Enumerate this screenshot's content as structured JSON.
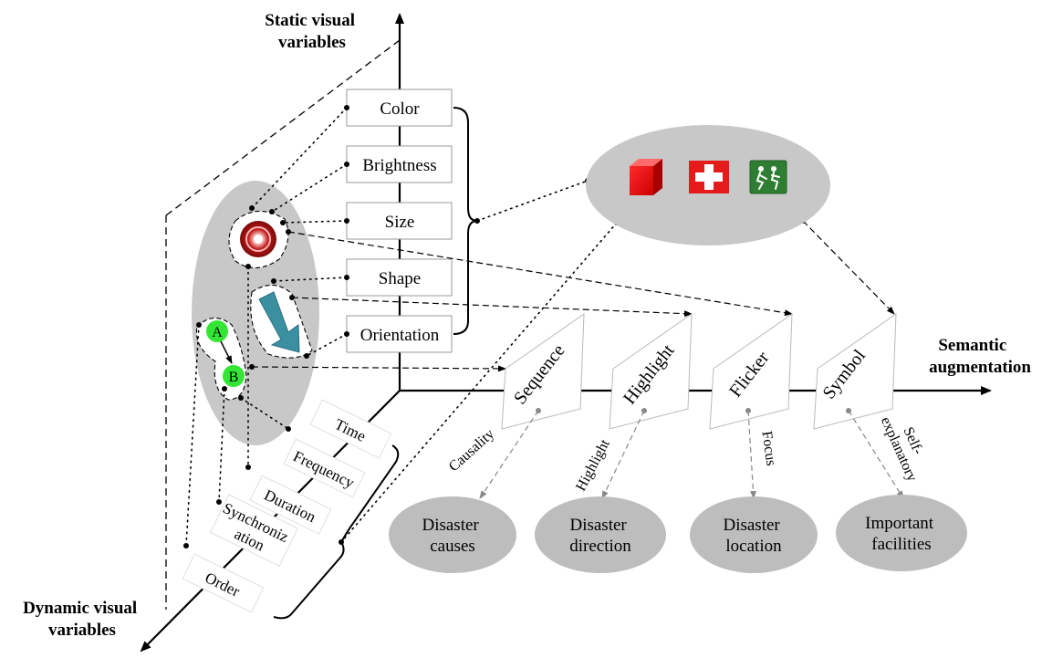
{
  "axes": {
    "static": {
      "line1": "Static visual",
      "line2": "variables"
    },
    "dynamic": {
      "line1": "Dynamic visual",
      "line2": "variables"
    },
    "semantic": {
      "line1": "Semantic",
      "line2": "augmentation"
    }
  },
  "static_variables": [
    "Color",
    "Brightness",
    "Size",
    "Shape",
    "Orientation"
  ],
  "dynamic_variables": {
    "time": "Time",
    "frequency": "Frequency",
    "duration": "Duration",
    "synchronization_line1": "Synchroniz",
    "synchronization_line2": "ation",
    "order": "Order"
  },
  "augmentation_methods": [
    "Sequence",
    "Highlight",
    "Flicker",
    "Symbol"
  ],
  "relations": [
    "Causality",
    "Highlight",
    "Focus",
    "Self-",
    "explanatory"
  ],
  "outcomes": {
    "causes": {
      "line1": "Disaster",
      "line2": "causes"
    },
    "direction": {
      "line1": "Disaster",
      "line2": "direction"
    },
    "location": {
      "line1": "Disaster",
      "line2": "location"
    },
    "facilities": {
      "line1": "Important",
      "line2": "facilities"
    }
  },
  "example_points": {
    "a": "A",
    "b": "B"
  },
  "icons": [
    "red-cube-icon",
    "red-cross-icon",
    "green-exit-sign-icon"
  ],
  "colors": {
    "ellipse_fill": "#c8c8c8",
    "outcome_fill": "#bdbdbd",
    "arrow_teal": "#3a8fa0",
    "marker_green": "#33e633",
    "cube_red": "#ee1111",
    "exit_green": "#2e7d32"
  }
}
